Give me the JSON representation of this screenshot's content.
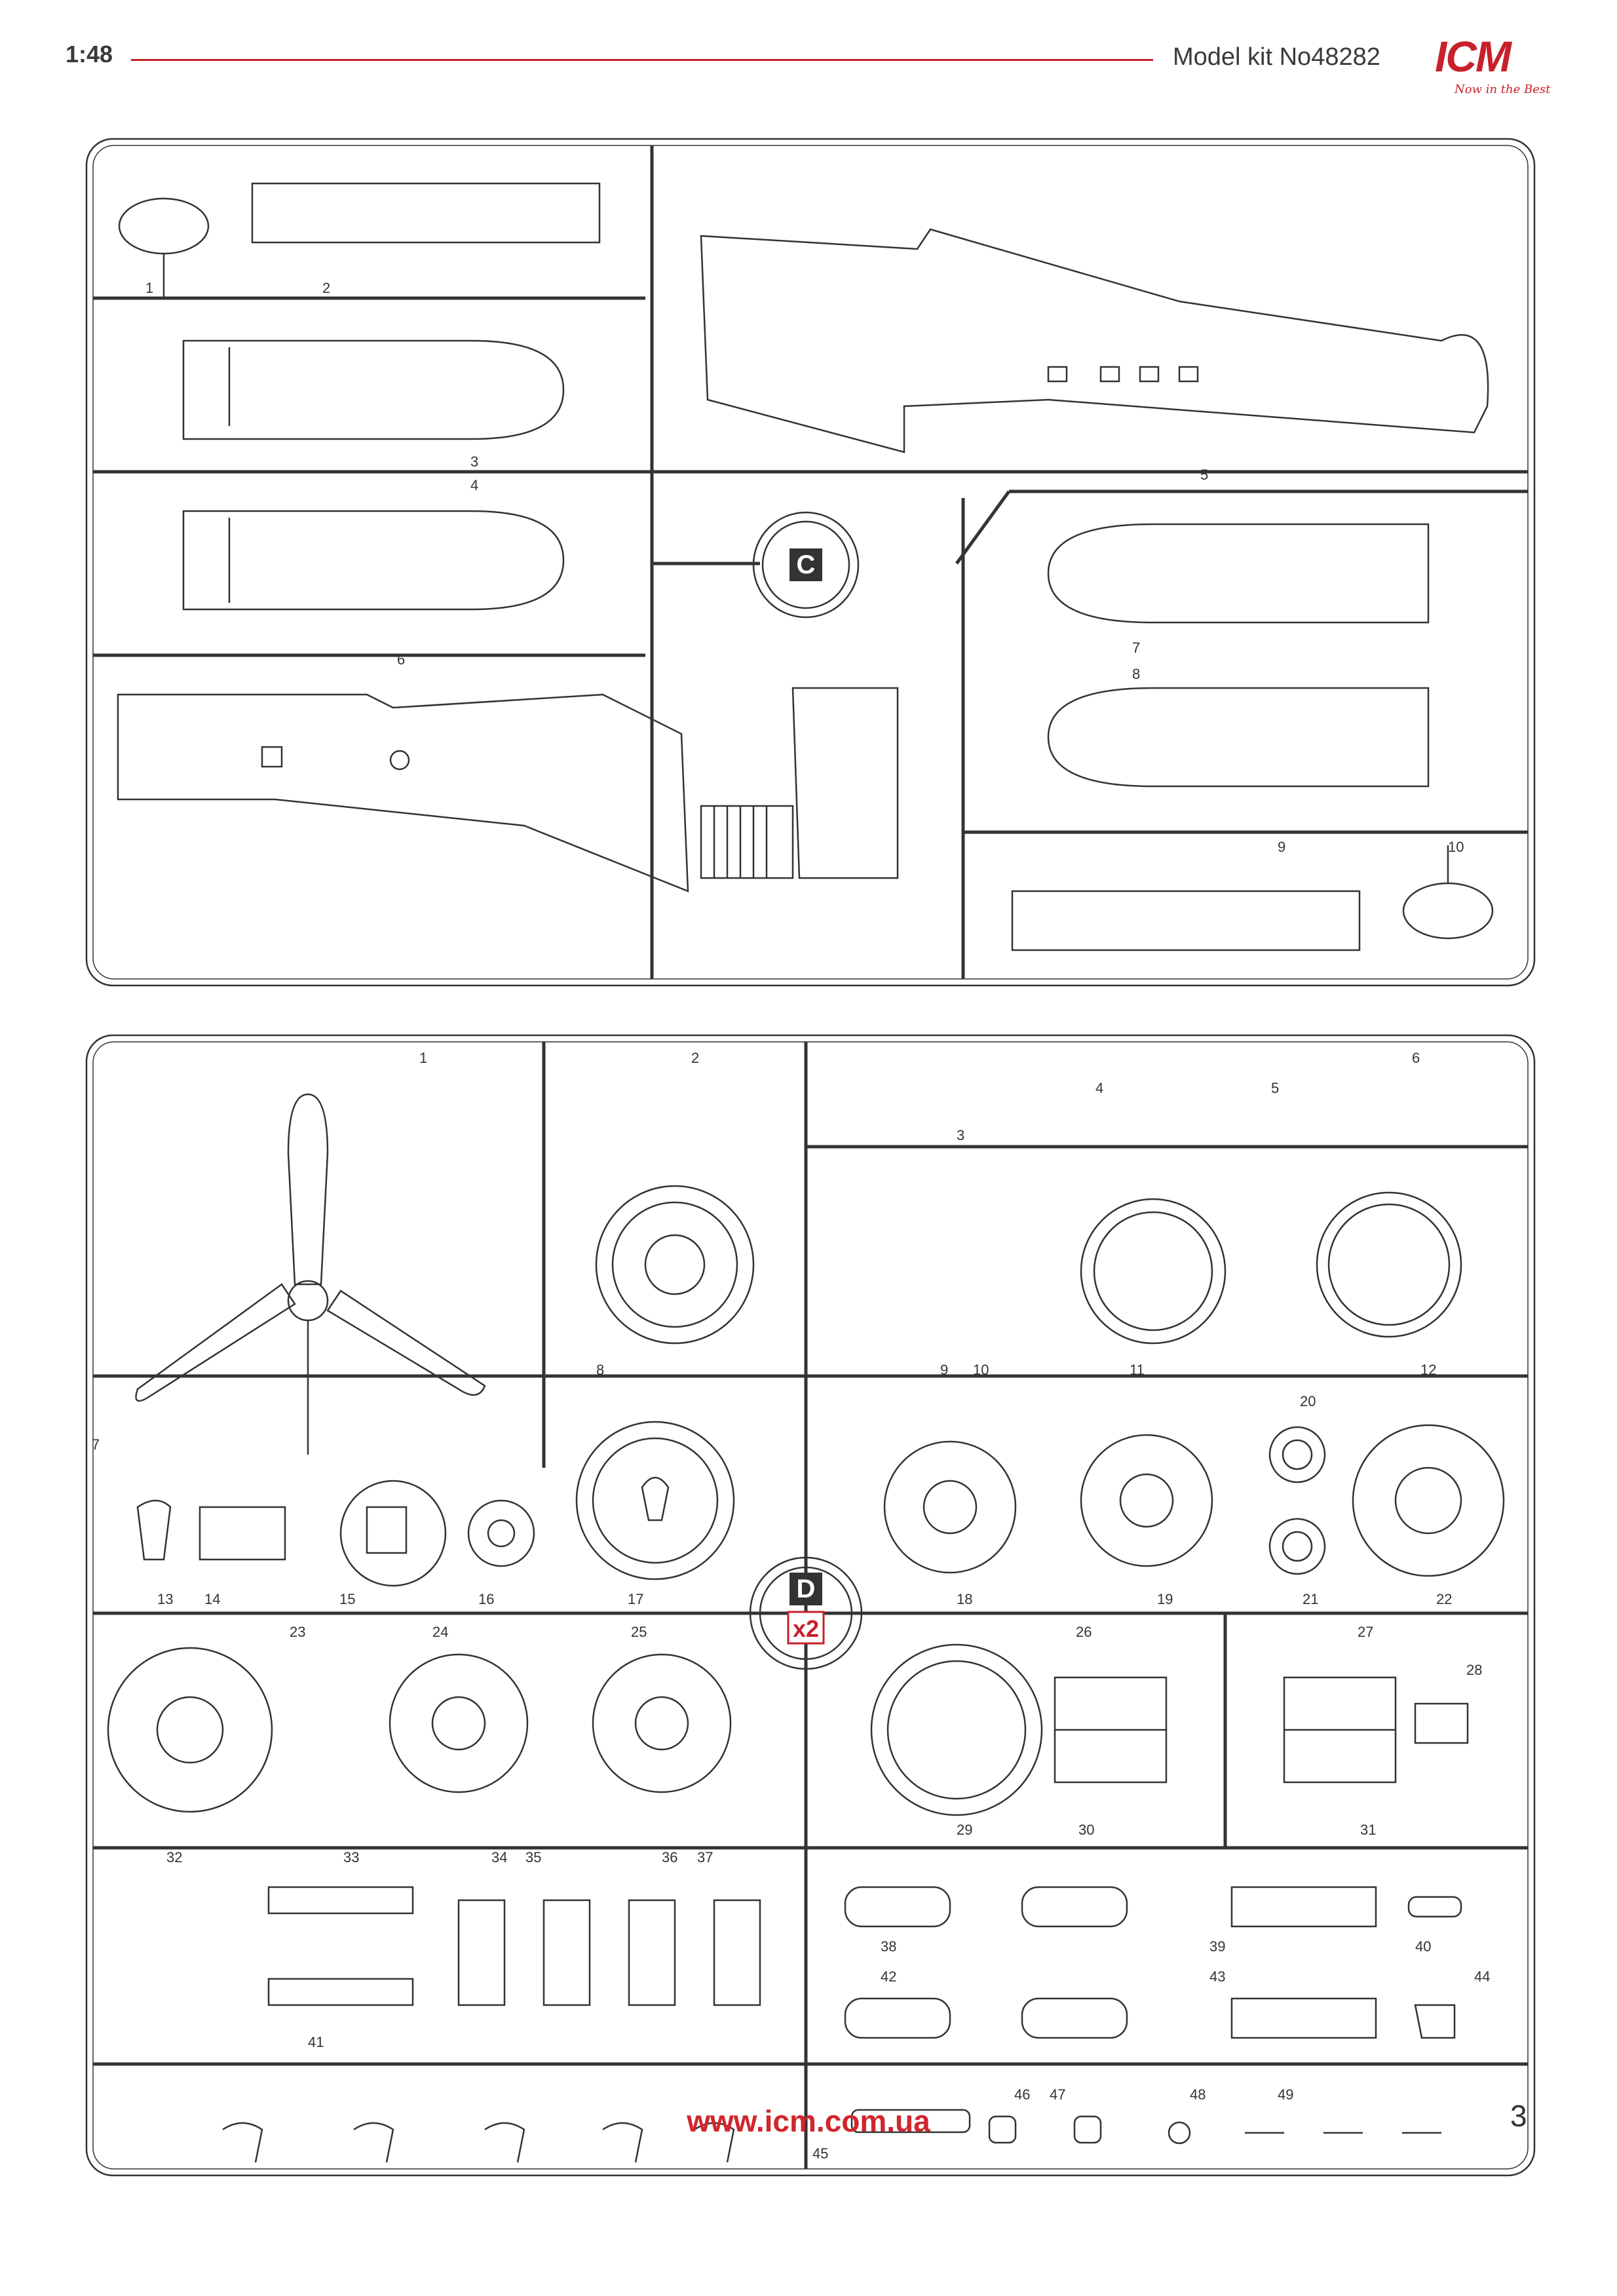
{
  "header": {
    "scale": "1:48",
    "model_kit": "Model kit No48282",
    "logo_text": "ICM",
    "logo_tagline": "Now in the Best",
    "brand_color": "#c8202a"
  },
  "sprue_c": {
    "letter": "C",
    "part_numbers": [
      "1",
      "2",
      "3",
      "4",
      "5",
      "6",
      "7",
      "8",
      "9",
      "10"
    ]
  },
  "sprue_d": {
    "letter": "D",
    "multiplier": "x2",
    "part_numbers": [
      "1",
      "2",
      "3",
      "4",
      "5",
      "6",
      "7",
      "8",
      "9",
      "10",
      "11",
      "12",
      "13",
      "14",
      "15",
      "16",
      "17",
      "18",
      "19",
      "20",
      "21",
      "22",
      "23",
      "24",
      "25",
      "26",
      "27",
      "28",
      "29",
      "30",
      "31",
      "32",
      "33",
      "34",
      "35",
      "36",
      "37",
      "38",
      "39",
      "40",
      "41",
      "42",
      "43",
      "44",
      "45",
      "46",
      "47",
      "48",
      "49"
    ]
  },
  "footer": {
    "website": "www.icm.com.ua",
    "page_number": "3"
  }
}
